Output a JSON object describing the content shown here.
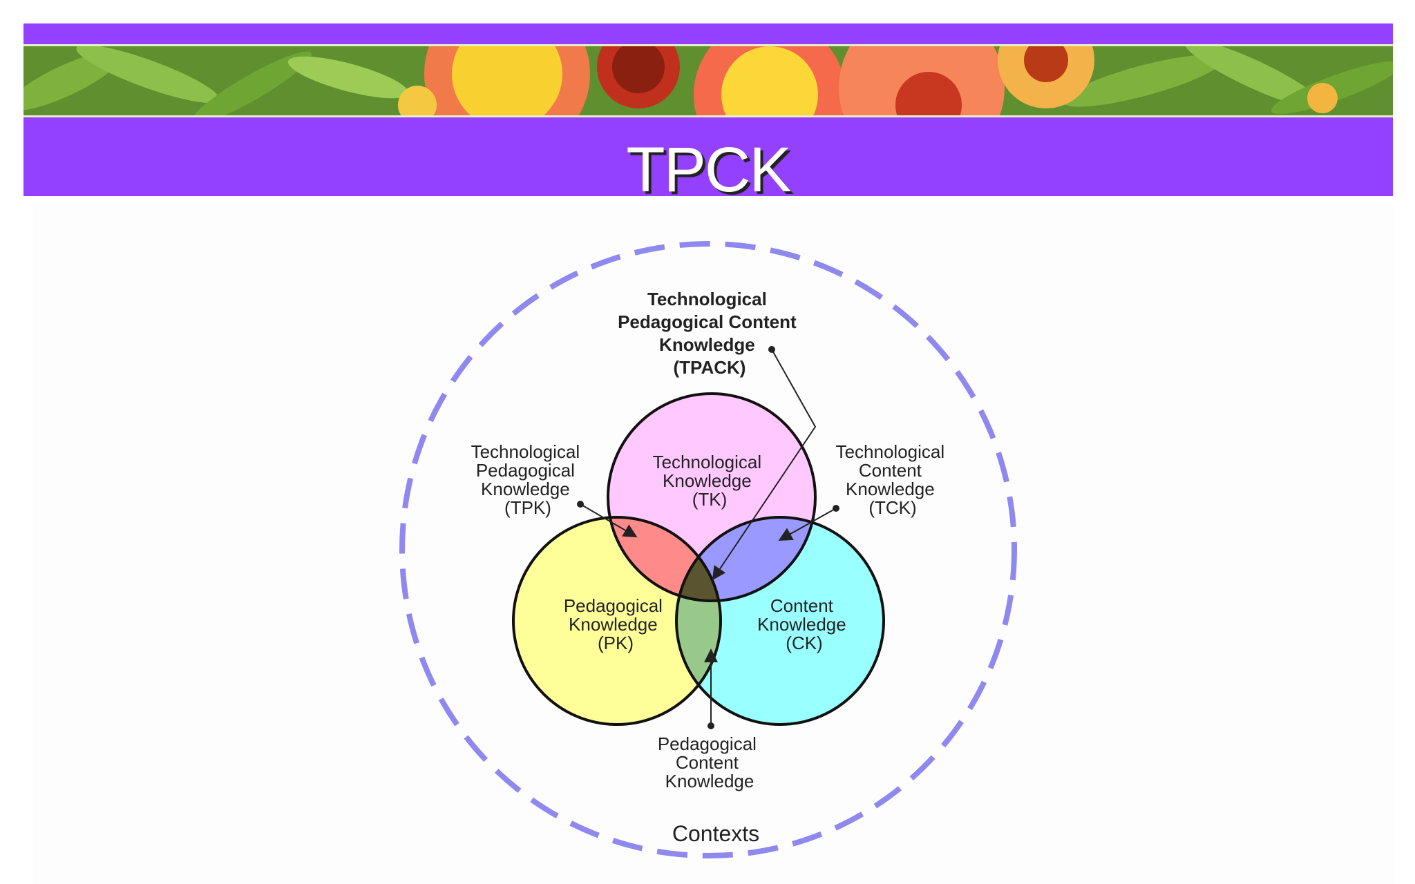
{
  "header": {
    "title": "TPCK"
  },
  "diagram": {
    "colors": {
      "banner": "#9340ff",
      "context_ring": "#8f88ee",
      "technological": "#ffc8ff",
      "pedagogical": "#ffff99",
      "content": "#99ffff",
      "tp_overlap": "#ff8a8a",
      "tc_overlap": "#9999ff",
      "pc_overlap": "#99c98a",
      "tpack_center": "#5a5530"
    },
    "tpack": {
      "line1": "Technological",
      "line2": "Pedagogical Content",
      "line3": "Knowledge",
      "line4": "(TPACK)"
    },
    "tk": {
      "line1": "Technological",
      "line2": "Knowledge",
      "line3": "(TK)"
    },
    "pk": {
      "line1": "Pedagogical",
      "line2": "Knowledge",
      "line3": "(PK)"
    },
    "ck": {
      "line1": "Content",
      "line2": "Knowledge",
      "line3": "(CK)"
    },
    "tpk": {
      "line1": "Technological",
      "line2": "Pedagogical",
      "line3": "Knowledge",
      "line4": "(TPK)"
    },
    "tck": {
      "line1": "Technological",
      "line2": "Content",
      "line3": "Knowledge",
      "line4": "(TCK)"
    },
    "pck": {
      "line1": "Pedagogical",
      "line2": "Content",
      "line3": "Knowledge"
    },
    "contexts": "Contexts"
  }
}
